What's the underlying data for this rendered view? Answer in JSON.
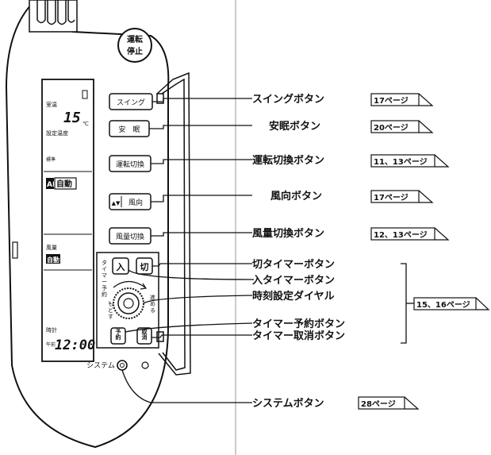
{
  "remote": {
    "top_button": [
      "運転",
      "停止"
    ],
    "display": {
      "room_temp_label": "室温",
      "temp_value": "15",
      "temp_unit": "℃",
      "set_temp_label": "設定温度",
      "mode_small": "標準",
      "ai_badge": "AI",
      "ai_auto": "自動",
      "fan_label": "風量",
      "fan_value": "自動",
      "clock_label": "時計",
      "ampm": "午前",
      "clock_value": "12:00"
    },
    "buttons": {
      "swing": "スイング",
      "sleep": "安　眠",
      "mode": "運転切換",
      "direction_arrows": "▲▼",
      "direction": "風向",
      "fan": "風量切換",
      "timer_on": "入",
      "timer_off": "切",
      "reserve": "予約",
      "cancel": "取消"
    },
    "dial_side_left": [
      "タ",
      "イ",
      "マ",
      "ー",
      "予",
      "約"
    ],
    "dial_side_back": [
      "も",
      "ど",
      "す"
    ],
    "dial_side_forward": [
      "進",
      "め",
      "る"
    ],
    "system_label": "システム"
  },
  "callouts": [
    {
      "label": "スイングボタン",
      "page": "17ページ"
    },
    {
      "label": "安眠ボタン",
      "page": "20ページ"
    },
    {
      "label": "運転切換ボタン",
      "page": "11、13ページ"
    },
    {
      "label": "風向ボタン",
      "page": "17ページ"
    },
    {
      "label": "風量切換ボタン",
      "page": "12、13ページ"
    },
    {
      "label": "切タイマーボタン"
    },
    {
      "label": "入タイマーボタン"
    },
    {
      "label": "時刻設定ダイヤル"
    },
    {
      "label": "タイマー予約ボタン"
    },
    {
      "label": "タイマー取消ボタン"
    },
    {
      "label": "システムボタン",
      "page": "28ページ"
    }
  ],
  "group_page": "15、16ページ"
}
